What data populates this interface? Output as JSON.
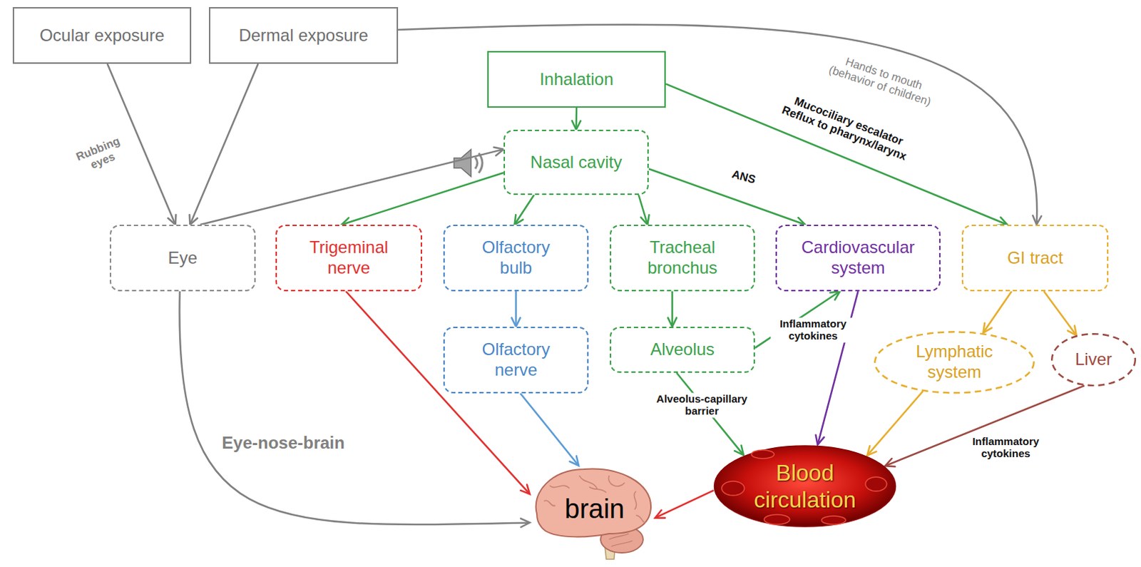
{
  "diagram": {
    "nodes": [
      {
        "text": [
          "Ocular exposure"
        ]
      },
      {
        "text": [
          "Dermal exposure"
        ]
      },
      {
        "text": [
          "Inhalation"
        ]
      },
      {
        "text": [
          "Nasal cavity"
        ]
      },
      {
        "text": [
          "Eye"
        ]
      },
      {
        "text": [
          "Trigeminal nerve"
        ]
      },
      {
        "text": [
          "Olfactory bulb"
        ]
      },
      {
        "text": [
          "Tracheal bronchus"
        ]
      },
      {
        "text": [
          "Cardiovascular system"
        ]
      },
      {
        "text": [
          "GI tract"
        ]
      },
      {
        "text": [
          "Olfactory nerve"
        ]
      },
      {
        "text": [
          "Alveolus"
        ]
      },
      {
        "text": [
          "Lymphatic system"
        ]
      },
      {
        "text": [
          "Liver"
        ]
      },
      {
        "text": [
          "brain"
        ]
      },
      {
        "text": [
          "Blood circulation"
        ]
      }
    ],
    "edges": [
      {
        "from": 0,
        "to": 4,
        "arrow": "to",
        "label": "Rubbing eyes"
      },
      {
        "from": 1,
        "to": 4,
        "arrow": "to"
      },
      {
        "from": 1,
        "to": 9,
        "arrow": "to",
        "label": "Hands to mouth (behavior of children)"
      },
      {
        "from": 2,
        "to": 3,
        "arrow": "to"
      },
      {
        "from": 2,
        "to": 9,
        "arrow": "to",
        "label": "Mucociliary escalator Reflux to pharynx/larynx"
      },
      {
        "from": 4,
        "to": 3,
        "arrow": "to"
      },
      {
        "from": 3,
        "to": 5,
        "arrow": "to"
      },
      {
        "from": 3,
        "to": 6,
        "arrow": "to"
      },
      {
        "from": 3,
        "to": 7,
        "arrow": "to"
      },
      {
        "from": 3,
        "to": 8,
        "arrow": "to",
        "label": "ANS"
      },
      {
        "from": 6,
        "to": 10,
        "arrow": "to"
      },
      {
        "from": 7,
        "to": 11,
        "arrow": "to"
      },
      {
        "from": 11,
        "to": 8,
        "arrow": "to",
        "label": "Inflammatory cytokines"
      },
      {
        "from": 11,
        "to": 15,
        "arrow": "to",
        "label": "Alveolus-capillary barrier"
      },
      {
        "from": 8,
        "to": 15,
        "arrow": "to"
      },
      {
        "from": 9,
        "to": 12,
        "arrow": "to"
      },
      {
        "from": 9,
        "to": 13,
        "arrow": "to"
      },
      {
        "from": 12,
        "to": 15,
        "arrow": "to"
      },
      {
        "from": 13,
        "to": 15,
        "arrow": "to",
        "label": "Inflammatory cytokines"
      },
      {
        "from": 4,
        "to": 14,
        "arrow": "to",
        "label": "Eye-nose-brain"
      },
      {
        "from": 5,
        "to": 14,
        "arrow": "to"
      },
      {
        "from": 10,
        "to": 14,
        "arrow": "to"
      },
      {
        "from": 15,
        "to": 14,
        "arrow": "to"
      }
    ]
  }
}
